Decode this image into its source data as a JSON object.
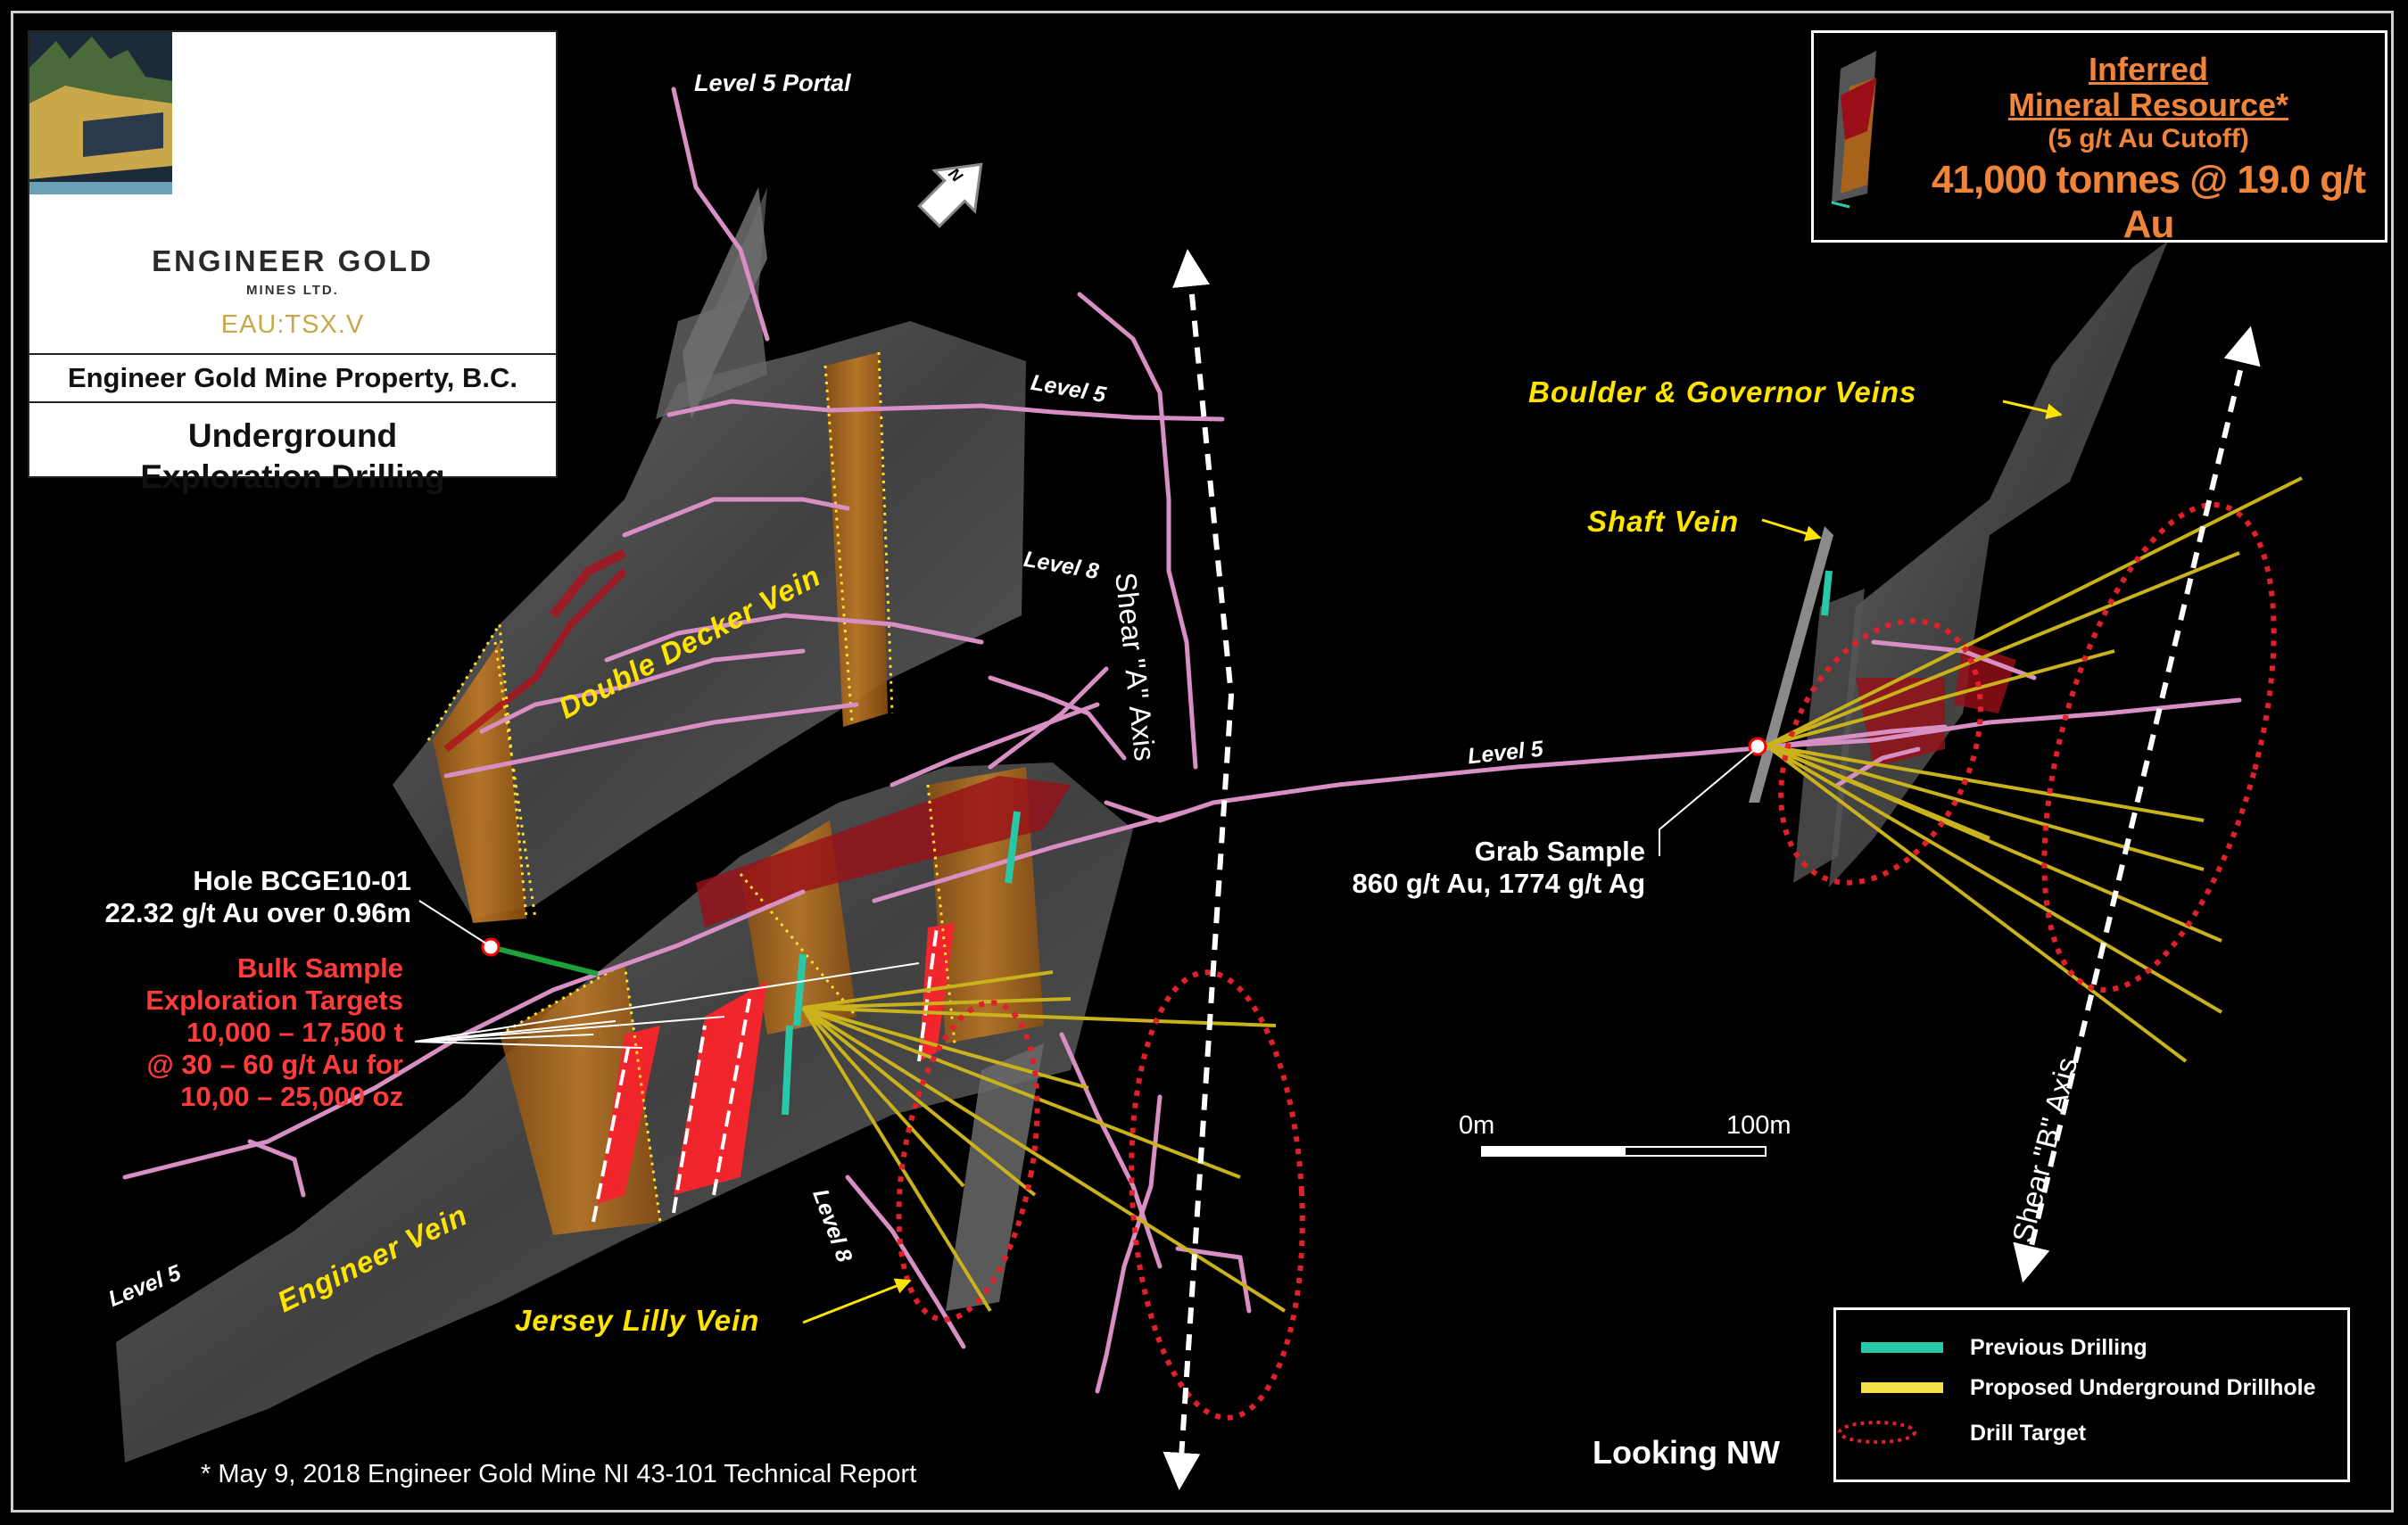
{
  "logo": {
    "company_name": "ENGINEER GOLD",
    "company_sub": "MINES LTD.",
    "ticker": "EAU:TSX.V",
    "property": "Engineer Gold Mine Property, B.C.",
    "subtitle_line1": "Underground",
    "subtitle_line2": "Exploration Drilling"
  },
  "resource": {
    "line1": "Inferred",
    "line2": "Mineral Resource*",
    "line3": "(5 g/t Au Cutoff)",
    "line4": "41,000 tonnes @ 19.0 g/t Au"
  },
  "labels": {
    "level5_portal": "Level 5 Portal",
    "north": "N",
    "level5_upper": "Level 5",
    "level8_upper": "Level 8",
    "level5_center": "Level 5",
    "level5_left": "Level 5",
    "level8_lower": "Level 8",
    "double_decker_vein": "Double Decker Vein",
    "engineer_vein": "Engineer Vein",
    "jersey_lilly_vein": "Jersey Lilly Vein",
    "boulder_governor_veins": "Boulder & Governor  Veins",
    "shaft_vein": "Shaft Vein",
    "shear_a_axis": "Shear \"A\" Axis",
    "shear_b_axis": "Shear \"B\" Axis",
    "looking": "Looking NW"
  },
  "annotations": {
    "hole_line1": "Hole BCGE10-01",
    "hole_line2": "22.32 g/t Au over 0.96m",
    "bulk_line1": "Bulk Sample",
    "bulk_line2": "Exploration Targets",
    "bulk_line3": "10,000 – 17,500 t",
    "bulk_line4": "@ 30 – 60 g/t Au for",
    "bulk_line5": "10,00 – 25,000 oz",
    "grab_line1": "Grab Sample",
    "grab_line2": "860 g/t Au, 1774 g/t Ag"
  },
  "scale_bar": {
    "start_label": "0m",
    "end_label": "100m"
  },
  "legend": {
    "items": [
      {
        "label": "Previous Drilling",
        "color": "#27c7a8"
      },
      {
        "label": "Proposed Underground Drillhole",
        "color": "#f5e04a"
      },
      {
        "label": "Drill Target",
        "color": "#e0202a"
      }
    ]
  },
  "footnote": "* May 9, 2018 Engineer Gold Mine NI 43-101 Technical Report",
  "colors": {
    "vein_label": "#ffe400",
    "resource_text": "#f0843b",
    "bulk_text": "#ff3b3b",
    "ticker": "#c6a84a",
    "tunnel": "#d88fc4",
    "vein_surface": "#5a5a5a",
    "ore_shoot": "#a8631a",
    "target_ellipse": "#e0202a",
    "proposed_hole": "#c9b21c"
  }
}
